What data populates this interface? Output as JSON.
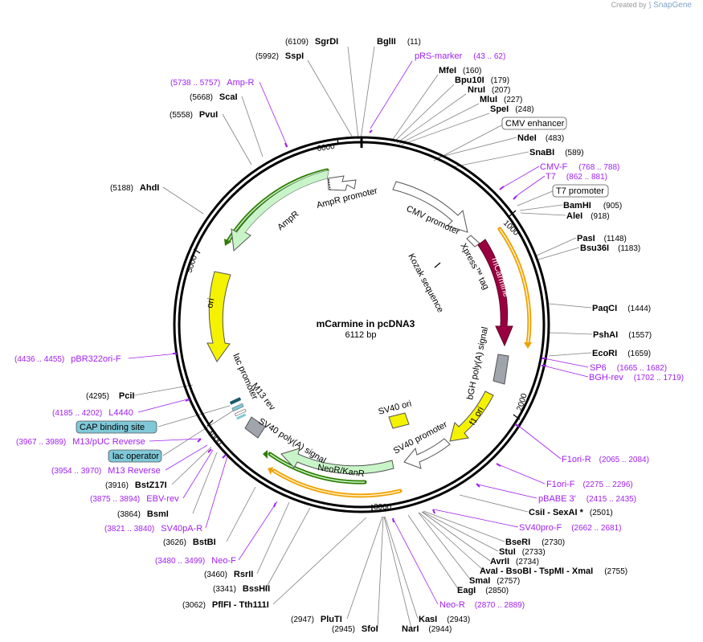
{
  "credit": {
    "prefix": "Created by",
    "brand": "SnapGene"
  },
  "title": "mCarmine in pcDNA3",
  "subtitle": "6112 bp",
  "ticks": [
    "1000",
    "2000",
    "3000",
    "4000",
    "5000",
    "6000"
  ],
  "features": {
    "cmv_promoter": "CMV promoter",
    "xpress_tag": "Xpress™ tag",
    "kozak": "Kozak sequence",
    "mcarmine": "mCarmine",
    "bgh_polya": "bGH poly(A) signal",
    "f1_ori": "f1 ori",
    "sv40_ori": "SV40 ori",
    "sv40_promoter": "SV40 promoter",
    "neor": "NeoR/KanR",
    "sv40_polya": "SV40 poly(A) signal",
    "m13_rev": "M13 rev",
    "lac_promoter": "lac promoter",
    "ori": "ori",
    "ampr": "AmpR",
    "ampr_promoter": "AmpR promoter"
  },
  "boxed": {
    "cmv_enhancer": "CMV enhancer",
    "t7_promoter": "T7 promoter",
    "cap_site": "CAP binding site",
    "lac_operator": "lac operator"
  },
  "enzymes": {
    "bglii": {
      "name": "BglII",
      "pos": "(11)"
    },
    "mfei": {
      "name": "MfeI",
      "pos": "(160)"
    },
    "bpu10i": {
      "name": "Bpu10I",
      "pos": "(179)"
    },
    "nrui": {
      "name": "NruI",
      "pos": "(207)"
    },
    "mlui": {
      "name": "MluI",
      "pos": "(227)"
    },
    "spei": {
      "name": "SpeI",
      "pos": "(248)"
    },
    "ndei": {
      "name": "NdeI",
      "pos": "(483)"
    },
    "snabi": {
      "name": "SnaBI",
      "pos": "(589)"
    },
    "bamhi": {
      "name": "BamHI",
      "pos": "(905)"
    },
    "alei": {
      "name": "AleI",
      "pos": "(918)"
    },
    "pasi": {
      "name": "PasI",
      "pos": "(1148)"
    },
    "bsu36i": {
      "name": "Bsu36I",
      "pos": "(1183)"
    },
    "paqci": {
      "name": "PaqCI",
      "pos": "(1444)"
    },
    "pshai": {
      "name": "PshAI",
      "pos": "(1557)"
    },
    "ecori": {
      "name": "EcoRI",
      "pos": "(1659)"
    },
    "csii": {
      "name": "CsiI  -  SexAI *",
      "pos": "(2501)"
    },
    "bseri": {
      "name": "BseRI",
      "pos": "(2730)"
    },
    "stui": {
      "name": "StuI",
      "pos": "(2733)"
    },
    "avrii": {
      "name": "AvrII",
      "pos": "(2734)"
    },
    "avai": {
      "name": "AvaI  -  BsoBI  -  TspMI  -  XmaI",
      "pos": "(2755)"
    },
    "smai": {
      "name": "SmaI",
      "pos": "(2757)"
    },
    "eagi": {
      "name": "EagI",
      "pos": "(2850)"
    },
    "kasi": {
      "name": "KasI",
      "pos": "(2943)"
    },
    "nari": {
      "name": "NarI",
      "pos": "(2944)"
    },
    "sfoi": {
      "name": "SfoI",
      "pos": "(2945)"
    },
    "pluti": {
      "name": "PluTI",
      "pos": "(2947)"
    },
    "pflfi": {
      "name": "PflFI  -  Tth111I",
      "pos": "(3062)"
    },
    "bsshii": {
      "name": "BssHII",
      "pos": "(3341)"
    },
    "rsrii": {
      "name": "RsrII",
      "pos": "(3460)"
    },
    "bstbi": {
      "name": "BstBI",
      "pos": "(3626)"
    },
    "bsmi": {
      "name": "BsmI",
      "pos": "(3864)"
    },
    "bstz17i": {
      "name": "BstZ17I",
      "pos": "(3916)"
    },
    "pcii": {
      "name": "PciI",
      "pos": "(4295)"
    },
    "ahdi": {
      "name": "AhdI",
      "pos": "(5188)"
    },
    "pvui": {
      "name": "PvuI",
      "pos": "(5558)"
    },
    "scai": {
      "name": "ScaI",
      "pos": "(5668)"
    },
    "sspi": {
      "name": "SspI",
      "pos": "(5992)"
    },
    "sgrdi": {
      "name": "SgrDI",
      "pos": "(6109)"
    }
  },
  "primers": {
    "prs_marker": {
      "name": "pRS-marker",
      "pos": "(43 .. 62)"
    },
    "cmv_f": {
      "name": "CMV-F",
      "pos": "(768 .. 788)"
    },
    "t7": {
      "name": "T7",
      "pos": "(862 .. 881)"
    },
    "sp6": {
      "name": "SP6",
      "pos": "(1665 .. 1682)"
    },
    "bgh_rev": {
      "name": "BGH-rev",
      "pos": "(1702 .. 1719)"
    },
    "f1ori_r": {
      "name": "F1ori-R",
      "pos": "(2065 .. 2084)"
    },
    "f1ori_f": {
      "name": "F1ori-F",
      "pos": "(2275 .. 2296)"
    },
    "pbabe3": {
      "name": "pBABE 3'",
      "pos": "(2415 .. 2435)"
    },
    "sv40pro_f": {
      "name": "SV40pro-F",
      "pos": "(2662 .. 2681)"
    },
    "neo_r": {
      "name": "Neo-R",
      "pos": "(2870 .. 2889)"
    },
    "neo_f": {
      "name": "Neo-F",
      "pos": "(3480 .. 3499)"
    },
    "sv40pa_r": {
      "name": "SV40pA-R",
      "pos": "(3821 .. 3840)"
    },
    "ebv_rev": {
      "name": "EBV-rev",
      "pos": "(3875 .. 3894)"
    },
    "m13_reverse": {
      "name": "M13 Reverse",
      "pos": "(3954 .. 3970)"
    },
    "m13_puc_reverse": {
      "name": "M13/pUC Reverse",
      "pos": "(3967 .. 3989)"
    },
    "l4440": {
      "name": "L4440",
      "pos": "(4185 .. 4202)"
    },
    "pbr322ori_f": {
      "name": "pBR322ori-F",
      "pos": "(4436 .. 4455)"
    },
    "amp_r": {
      "name": "Amp-R",
      "pos": "(5738 .. 5757)"
    }
  },
  "colors": {
    "backbone": "#000000",
    "enzyme_line": "#808080",
    "primer": "#a020f0",
    "promoter_fill": "#ffffff",
    "mcarmine_fill": "#9a0040",
    "polya_fill": "#a0a4ac",
    "ori_fill": "#f5f200",
    "resistance_fill": "#c8f5c8",
    "box_fill": "#7fc8d8",
    "orf_orange": "#f0a000",
    "orf_green": "#2e7d00"
  }
}
